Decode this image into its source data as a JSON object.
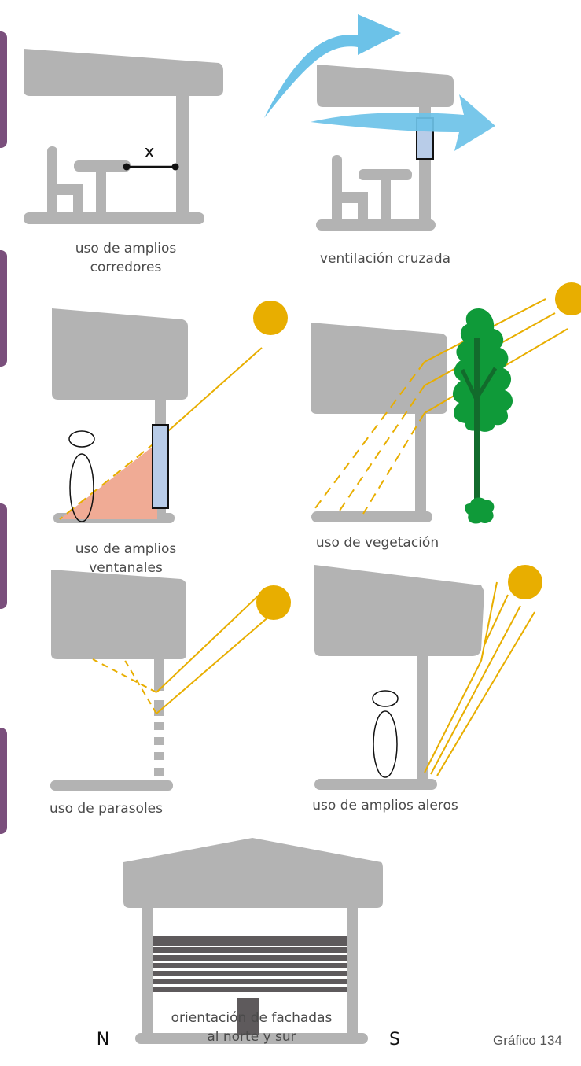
{
  "colors": {
    "structure": "#b3b3b3",
    "sun": "#e8ae00",
    "sun_ray": "#e8ae00",
    "glass": "#b8cce8",
    "shade_area": "#f0ab95",
    "wind": "#6cc2e8",
    "tree_foliage": "#0f9a39",
    "tree_trunk": "#126b2c",
    "louvers": "#5e5a5c",
    "door": "#5e5a5c",
    "side_tab": "#7a4f7c"
  },
  "panels": [
    {
      "id": "corridors",
      "label_lines": [
        "uso de amplios",
        "corredores"
      ],
      "marker": "x"
    },
    {
      "id": "cross-ventilation",
      "label_lines": [
        "ventilación cruzada"
      ]
    },
    {
      "id": "windows",
      "label_lines": [
        "uso de amplios",
        "ventanales"
      ]
    },
    {
      "id": "vegetation",
      "label_lines": [
        "uso de vegetación"
      ]
    },
    {
      "id": "sunshades",
      "label_lines": [
        "uso de parasoles"
      ]
    },
    {
      "id": "eaves",
      "label_lines": [
        "uso de amplios aleros"
      ]
    },
    {
      "id": "orientation",
      "label_lines": [
        "orientación de fachadas",
        "al norte y sur"
      ],
      "north": "N",
      "south": "S"
    }
  ],
  "caption": "Gráfico 134"
}
